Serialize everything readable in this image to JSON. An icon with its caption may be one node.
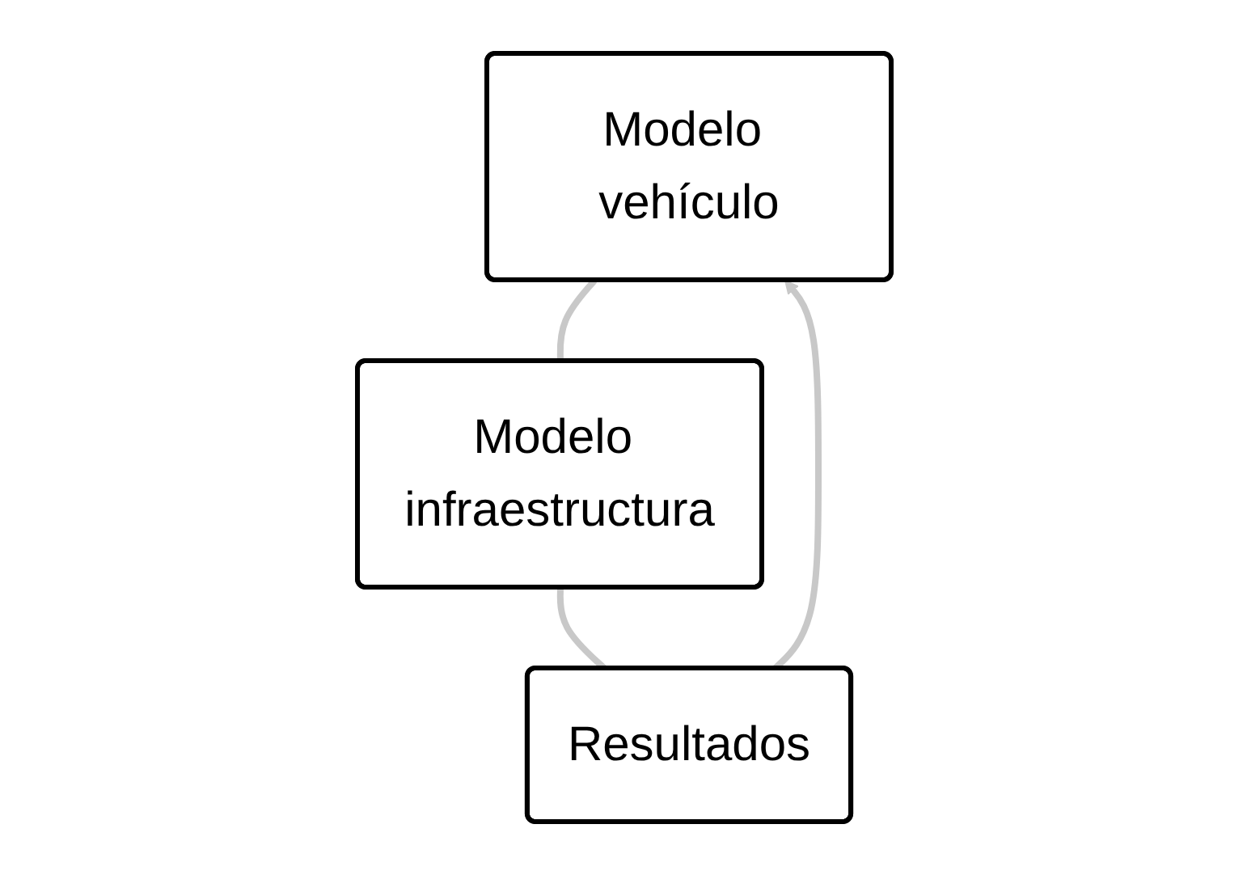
{
  "diagram": {
    "nodes": [
      {
        "text": [
          "Modelo vehículo"
        ]
      },
      {
        "text": [
          "Modelo infraestructura"
        ]
      },
      {
        "text": [
          "Resultados"
        ]
      }
    ],
    "edges": [
      {
        "from": 0,
        "to": 1,
        "arrow": "none"
      },
      {
        "from": 1,
        "to": 2,
        "arrow": "none"
      },
      {
        "from": 2,
        "to": 0,
        "arrow": "to"
      }
    ]
  }
}
